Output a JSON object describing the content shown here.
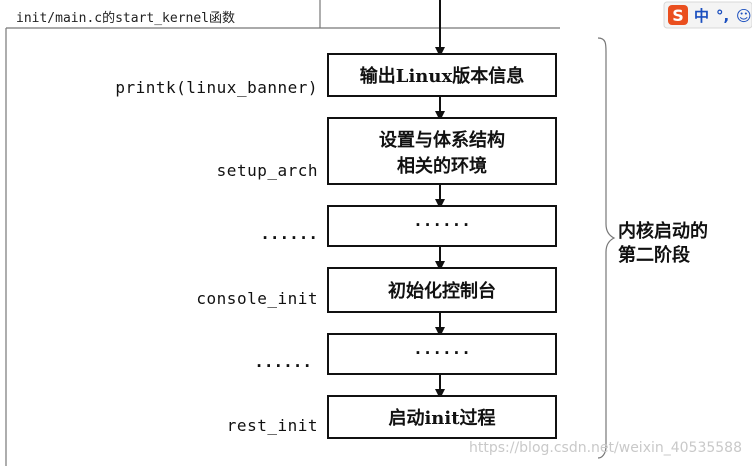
{
  "header": {
    "title": "init/main.c的start_kernel函数"
  },
  "steps": [
    {
      "func": "printk(linux_banner)",
      "label_lines": [
        "输出Linux版本信息"
      ]
    },
    {
      "func": "setup_arch",
      "label_lines": [
        "设置与体系结构",
        "相关的环境"
      ]
    },
    {
      "func": "......",
      "label_lines": [
        "......"
      ]
    },
    {
      "func": "console_init",
      "label_lines": [
        "初始化控制台"
      ]
    },
    {
      "func": "......",
      "label_lines": [
        "......"
      ]
    },
    {
      "func": "rest_init",
      "label_lines": [
        "启动init过程"
      ]
    }
  ],
  "stage_label": {
    "lines": [
      "内核启动的",
      "第二阶段"
    ]
  },
  "watermark": "https://blog.csdn.net/weixin_40535588",
  "ime_toolbar": {
    "logo": "S",
    "items": [
      "中",
      "°,",
      "☺"
    ]
  }
}
